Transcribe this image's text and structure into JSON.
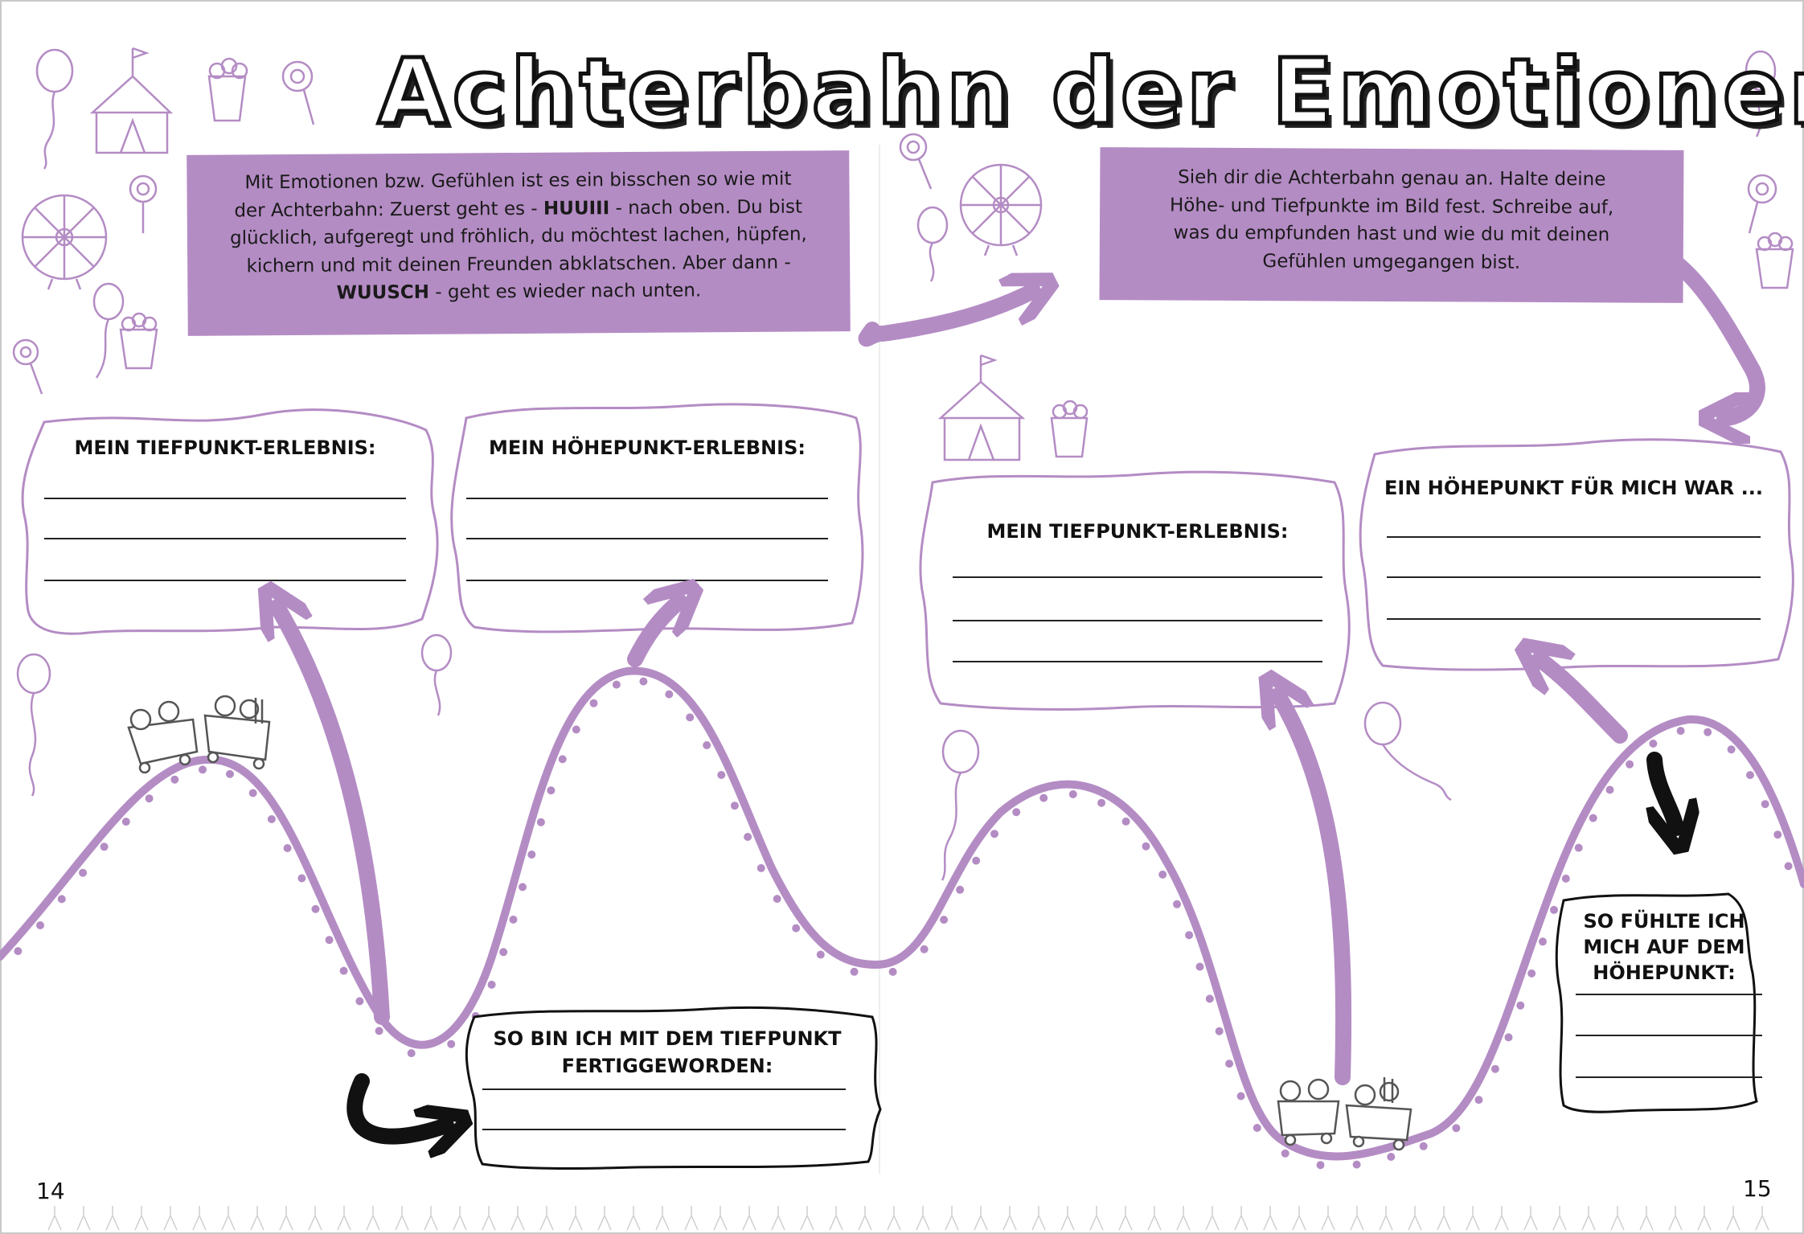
{
  "title": "Achterbahn der Emotionen",
  "intro_left": {
    "line1": "Mit Emotionen bzw. Gefühlen ist es ein bisschen so wie mit",
    "line2_a": "der Achterbahn: Zuerst geht es - ",
    "line2_b": "HUUIII",
    "line2_c": " -  nach oben. Du bist",
    "line3": "glücklich, aufgeregt und fröhlich, du möchtest lachen, hüpfen,",
    "line4": "kichern und mit deinen Freunden abklatschen. Aber dann -",
    "line5_a": "WUUSCH",
    "line5_b": " - geht es wieder nach unten."
  },
  "intro_right": {
    "line1": "Sieh dir die Achterbahn genau an. Halte deine",
    "line2": "Höhe- und Tiefpunkte im Bild fest. Schreibe auf,",
    "line3": "was du empfunden hast und wie du mit deinen",
    "line4": "Gefühlen umgegangen bist."
  },
  "boxes": {
    "box1": "MEIN TIEFPUNKT-ERLEBNIS:",
    "box2": "MEIN HÖHEPUNKT-ERLEBNIS:",
    "box3": "MEIN TIEFPUNKT-ERLEBNIS:",
    "box4": "EIN HÖHEPUNKT FÜR MICH WAR ...",
    "box5_line1": "SO BIN ICH MIT DEM TIEFPUNKT",
    "box5_line2": "FERTIGGEWORDEN:",
    "box6_line1": "SO FÜHLTE ICH",
    "box6_line2": "MICH AUF DEM",
    "box6_line3": "HÖHEPUNKT:"
  },
  "page_numbers": {
    "left": "14",
    "right": "15"
  },
  "colors": {
    "accent": "#b48cc4",
    "ink": "#111111",
    "background": "#ffffff"
  }
}
